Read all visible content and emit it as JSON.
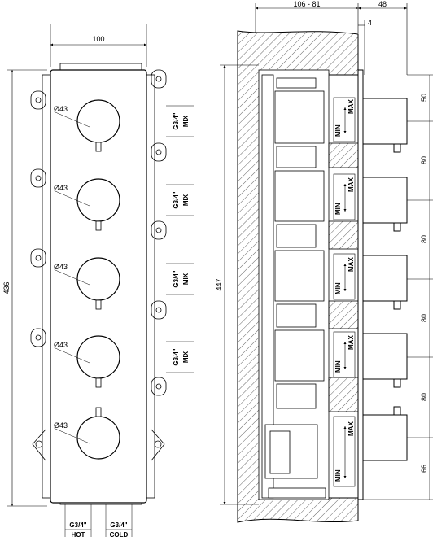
{
  "front_view": {
    "width_label": "100",
    "height_label": "436",
    "knobs": [
      {
        "diameter": "Ø43",
        "connection": "G3/4\"",
        "type": "MIX"
      },
      {
        "diameter": "Ø43",
        "connection": "G3/4\"",
        "type": "MIX"
      },
      {
        "diameter": "Ø43",
        "connection": "G3/4\"",
        "type": "MIX"
      },
      {
        "diameter": "Ø43",
        "connection": "G3/4\"",
        "type": "MIX"
      },
      {
        "diameter": "Ø43"
      }
    ],
    "inlets": [
      {
        "connection": "G3/4\"",
        "label": "HOT"
      },
      {
        "connection": "G3/4\"",
        "label": "COLD"
      }
    ]
  },
  "side_view": {
    "height_label": "447",
    "top_dims": {
      "depth": "106 - 81",
      "projection": "48",
      "plate": "4"
    },
    "spacing_labels": [
      "50",
      "80",
      "80",
      "80",
      "80",
      "66"
    ],
    "level_min": "MIN",
    "level_max": "MAX"
  }
}
